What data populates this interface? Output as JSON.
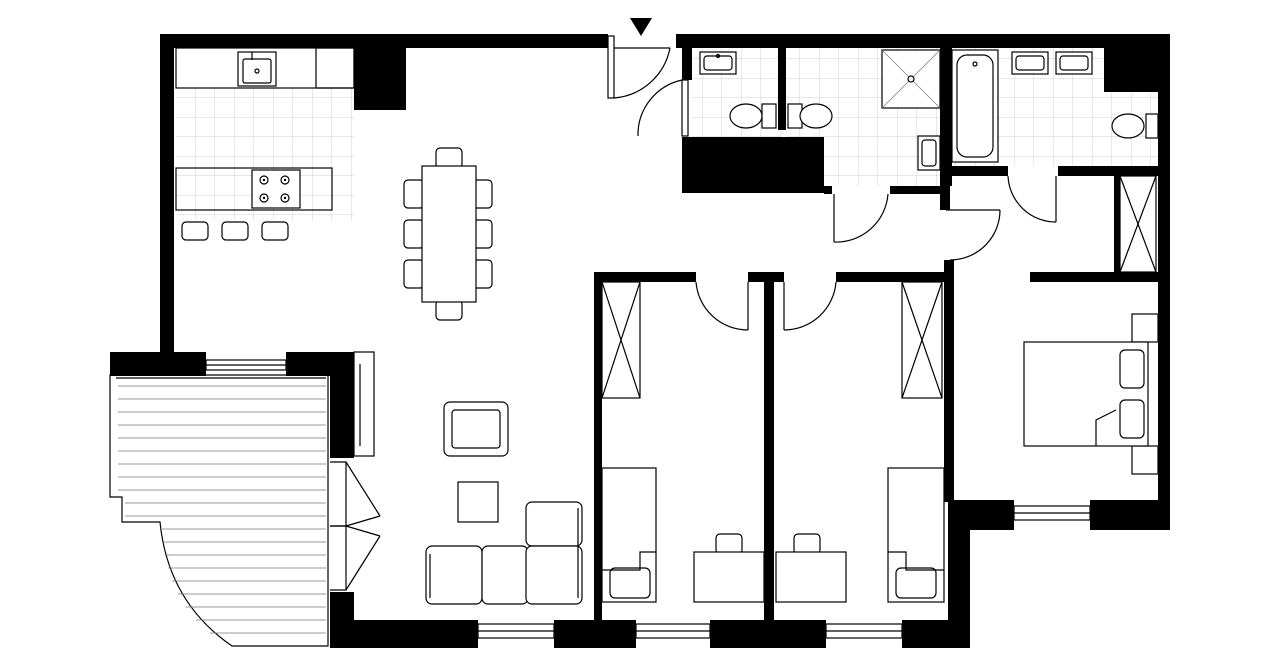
{
  "plan": {
    "kind": "apartment-floor-plan",
    "colors": {
      "wall": "#000000",
      "background": "#ffffff",
      "tile_grid": "#bdbdbd",
      "deck_lines": "#777777"
    },
    "entrance_marker": "down-triangle",
    "rooms": [
      "kitchen",
      "dining-area",
      "living-room",
      "balcony",
      "entry-hall",
      "wc",
      "shower-room",
      "main-bathroom",
      "closet",
      "bedroom-1",
      "bedroom-2",
      "master-bedroom"
    ]
  }
}
